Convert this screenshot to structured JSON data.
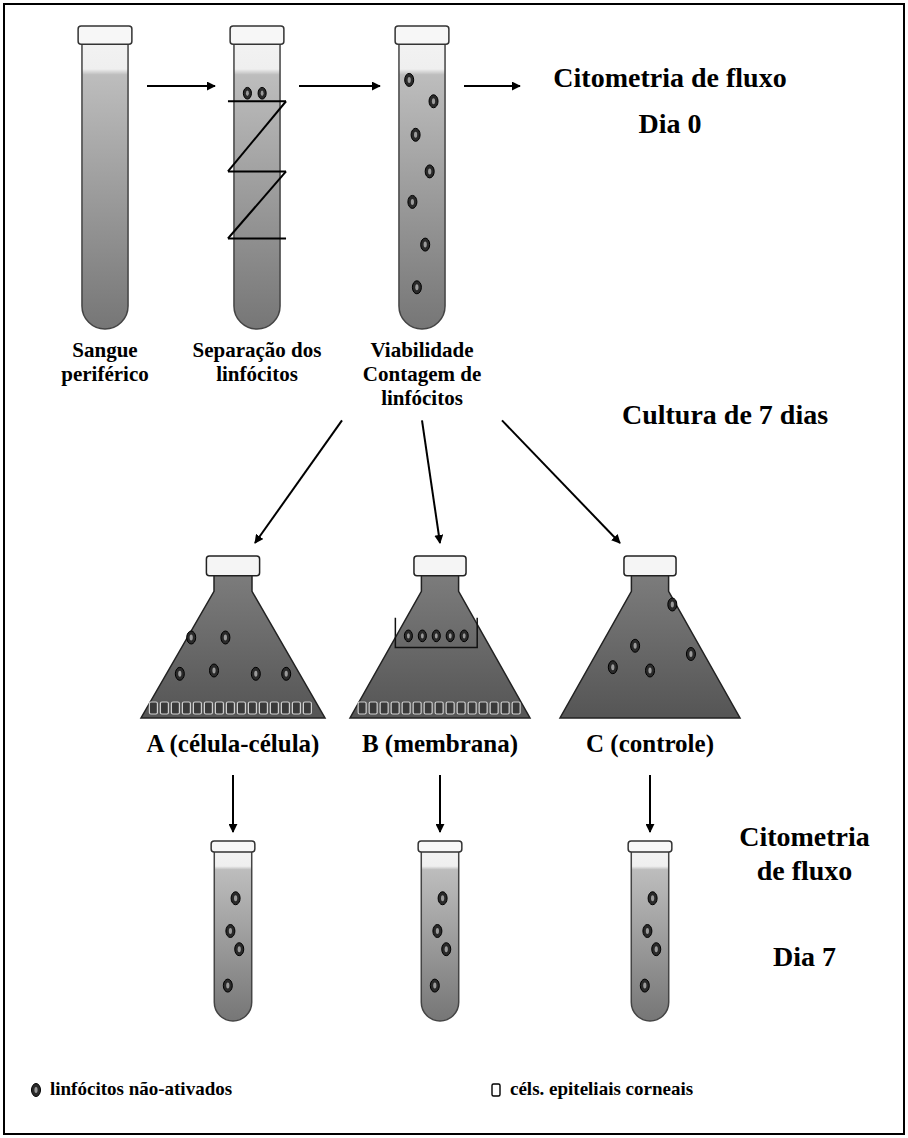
{
  "diagram": {
    "nodes": [
      {
        "text": [
          "Sangue periférico"
        ]
      },
      {
        "text": [
          "Separação dos linfócitos"
        ]
      },
      {
        "text": [
          "Viabilidade Contagem de linfócitos"
        ]
      },
      {
        "text": [
          "Citometria de fluxo",
          "Dia 0"
        ]
      },
      {
        "text": [
          "A (célula-célula)"
        ]
      },
      {
        "text": [
          "B (membrana)"
        ]
      },
      {
        "text": [
          "C (controle)"
        ]
      }
    ],
    "edges": [
      {
        "from": 0,
        "to": 1,
        "arrow": "to"
      },
      {
        "from": 1,
        "to": 2,
        "arrow": "to"
      },
      {
        "from": 2,
        "to": 3,
        "arrow": "to"
      },
      {
        "from": 2,
        "to": 4,
        "arrow": "to"
      },
      {
        "from": 2,
        "to": 5,
        "arrow": "to"
      },
      {
        "from": 2,
        "to": 6,
        "arrow": "to"
      }
    ],
    "labels": [
      "Cultura de 7 dias",
      "Citometria de fluxo",
      "Dia 7"
    ],
    "legend": [
      {
        "text": "linfócitos não-ativados"
      },
      {
        "text": "céls. epiteliais corneais"
      }
    ]
  }
}
